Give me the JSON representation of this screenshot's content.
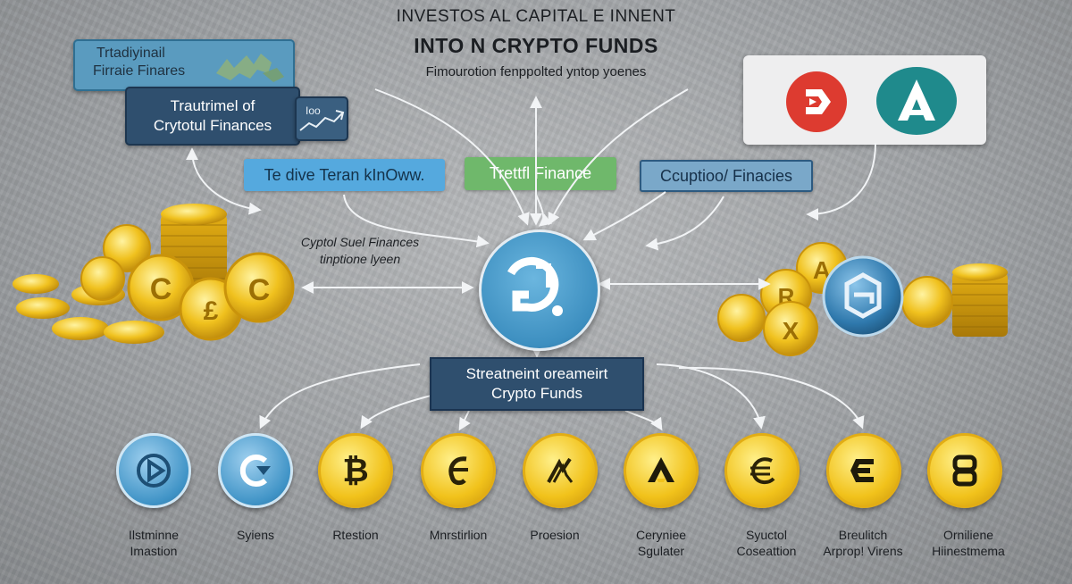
{
  "header": {
    "title_line1": "INVESTOS AL CAPITAL E INNENT",
    "title_line2": "INTO N CRYPTO FUNDS",
    "subtitle": "Fimourotion fenppolted yntop yoenes"
  },
  "boxes": {
    "traditional_line1": "Trtadiyinail",
    "traditional_line2": "Firraie Finares",
    "treatment_line1": "Trautrimel of",
    "treatment_line2": "Crytotul Finances",
    "chart_label": "Ioo"
  },
  "chips": {
    "left": "Te dive Teran kInOww.",
    "middle": "Trettfl Finance",
    "right": "Ccuptioo/ Finacies"
  },
  "side_label": {
    "line1": "Cyptol Suel Finances",
    "line2": "tinptione lyeen"
  },
  "fund_box": {
    "line1": "Streatneint oreameirt",
    "line2": "Crypto Funds"
  },
  "coins": [
    {
      "icon": "play-icon",
      "style": "blue",
      "label1": "Ilstminne",
      "label2": "Imastion"
    },
    {
      "icon": "c-arrow-icon",
      "style": "blue",
      "label1": "Syiens",
      "label2": ""
    },
    {
      "icon": "bitcoin-icon",
      "style": "gold",
      "label1": "Rtestion",
      "label2": ""
    },
    {
      "icon": "cursive-c-icon",
      "style": "gold",
      "label1": "Mnrstirlion",
      "label2": ""
    },
    {
      "icon": "chart-arrow-icon",
      "style": "gold",
      "label1": "Proesion",
      "label2": ""
    },
    {
      "icon": "angular-a-icon",
      "style": "gold",
      "label1": "Ceryniee",
      "label2": "Sgulater"
    },
    {
      "icon": "euro-swirl-icon",
      "style": "gold",
      "label1": "Syuctol",
      "label2": "Coseattion"
    },
    {
      "icon": "e-block-icon",
      "style": "gold",
      "label1": "Breulitch",
      "label2": "Arprop! Virens"
    },
    {
      "icon": "s-block-icon",
      "style": "gold",
      "label1": "Orniliene",
      "label2": "Hiinestmema"
    }
  ],
  "colors": {
    "navy_box": "#2f4f6e",
    "sky_chip": "#55a9de",
    "green_chip": "#6fb86b",
    "gold_coin": "#f1c21b",
    "blue_coin": "#3f93c6",
    "red_logo": "#dd3b30",
    "teal_logo": "#1f8a8c"
  }
}
